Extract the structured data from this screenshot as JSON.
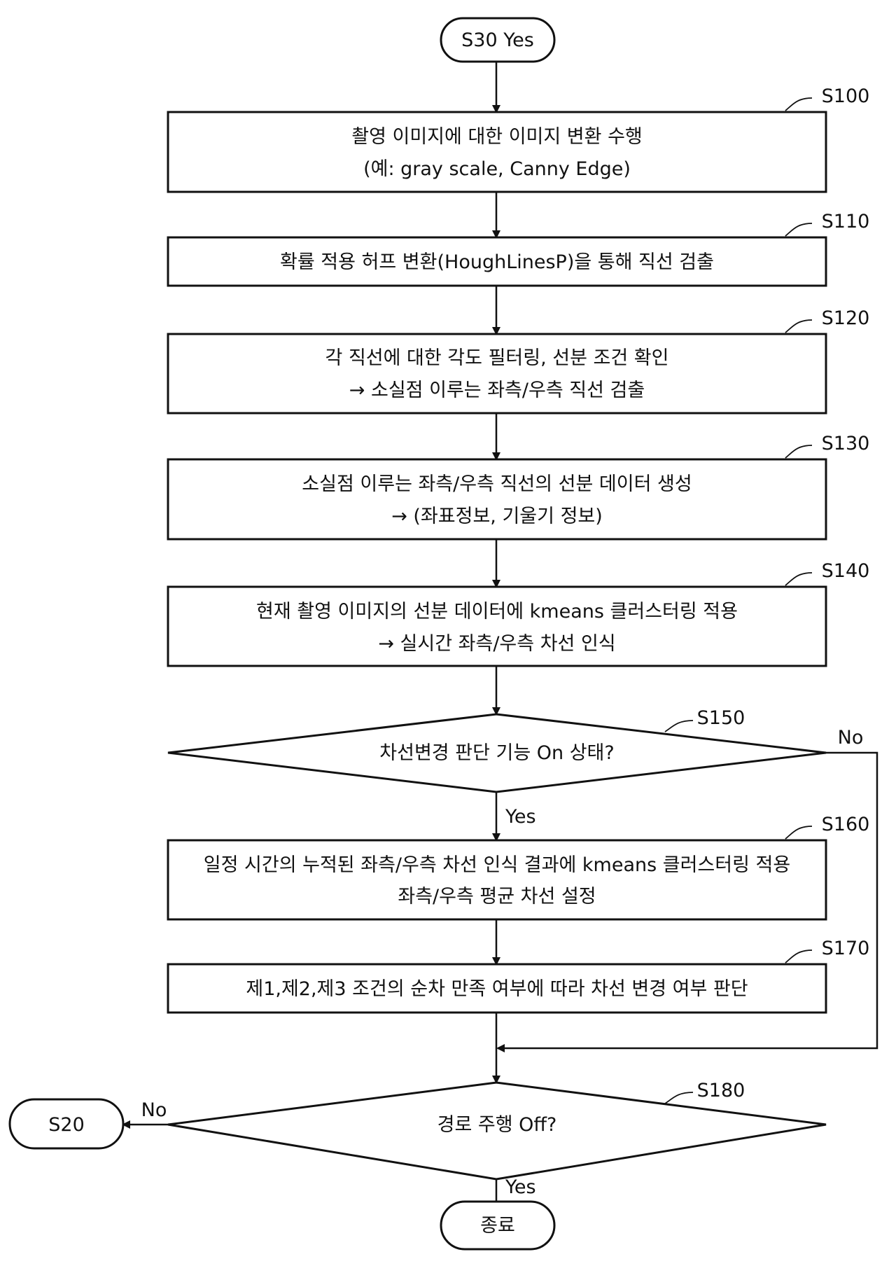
{
  "start": {
    "label": "S30 Yes"
  },
  "steps": [
    {
      "id": "S100",
      "lines": [
        "촬영 이미지에 대한 이미지 변환 수행",
        "(예: gray scale, Canny Edge)"
      ]
    },
    {
      "id": "S110",
      "lines": [
        "확률 적용 허프 변환(HoughLinesP)을 통해 직선 검출"
      ]
    },
    {
      "id": "S120",
      "lines": [
        "각 직선에 대한 각도 필터링, 선분 조건 확인",
        "→ 소실점 이루는 좌측/우측 직선 검출"
      ]
    },
    {
      "id": "S130",
      "lines": [
        "소실점 이루는 좌측/우측 직선의 선분 데이터 생성",
        "→ (좌표정보, 기울기 정보)"
      ]
    },
    {
      "id": "S140",
      "lines": [
        "현재 촬영 이미지의 선분 데이터에 kmeans 클러스터링 적용",
        "→ 실시간 좌측/우측 차선 인식"
      ]
    },
    {
      "id": "S160",
      "lines": [
        "일정 시간의 누적된 좌측/우측 차선 인식 결과에 kmeans 클러스터링 적용",
        "좌측/우측 평균 차선 설정"
      ]
    },
    {
      "id": "S170",
      "lines": [
        "제1,제2,제3 조건의 순차 만족 여부에 따라 차선 변경 여부 판단"
      ]
    }
  ],
  "decisions": [
    {
      "id": "S150",
      "question": "차선변경 판단 기능 On 상태?",
      "yes": "Yes",
      "no": "No"
    },
    {
      "id": "S180",
      "question": "경로 주행 Off?",
      "yes": "Yes",
      "no": "No"
    }
  ],
  "return_terminal": {
    "label": "S20"
  },
  "end_terminal": {
    "label": "종료"
  }
}
